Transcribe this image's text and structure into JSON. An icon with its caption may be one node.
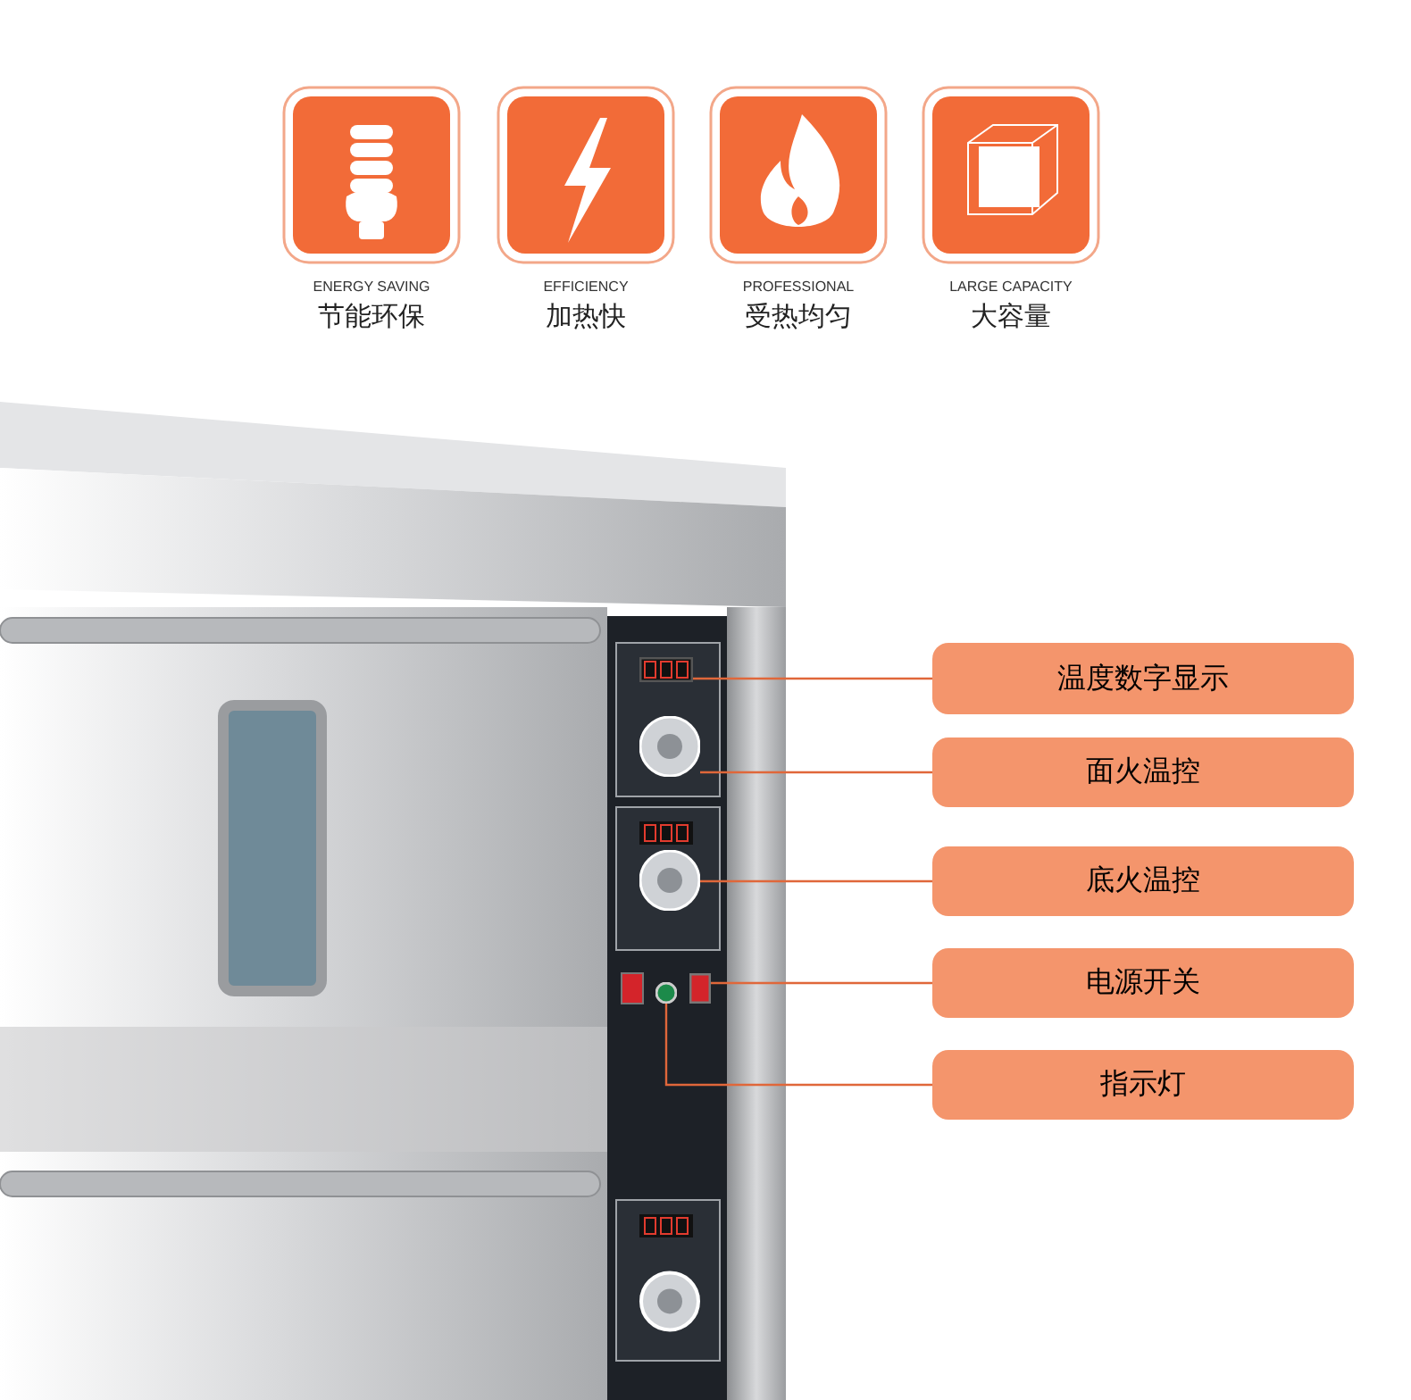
{
  "diagram": {
    "nodes": [
      {
        "text": [
          "ENERGY SAVING",
          "节能环保"
        ]
      },
      {
        "text": [
          "EFFICIENCY",
          "加热快"
        ]
      },
      {
        "text": [
          "PROFESSIONAL",
          "受热均匀"
        ]
      },
      {
        "text": [
          "LARGE CAPACITY",
          "大容量"
        ]
      },
      {
        "text": [
          "温度数字显示"
        ]
      },
      {
        "text": [
          "面火温控"
        ]
      },
      {
        "text": [
          "底火温控"
        ]
      },
      {
        "text": [
          "电源开关"
        ]
      },
      {
        "text": [
          "指示灯"
        ]
      },
      {
        "text": [],
        "shape": "box"
      },
      {
        "text": [],
        "shape": "circle"
      },
      {
        "text": [],
        "shape": "circle"
      },
      {
        "text": [],
        "shape": "box"
      },
      {
        "text": [],
        "shape": "circle"
      }
    ],
    "edges": [
      {
        "from": 4,
        "to": 9,
        "arrow": "none"
      },
      {
        "from": 5,
        "to": 10,
        "arrow": "none"
      },
      {
        "from": 6,
        "to": 11,
        "arrow": "none"
      },
      {
        "from": 7,
        "to": 12,
        "arrow": "none"
      },
      {
        "from": 8,
        "to": 13,
        "arrow": "none"
      }
    ]
  }
}
